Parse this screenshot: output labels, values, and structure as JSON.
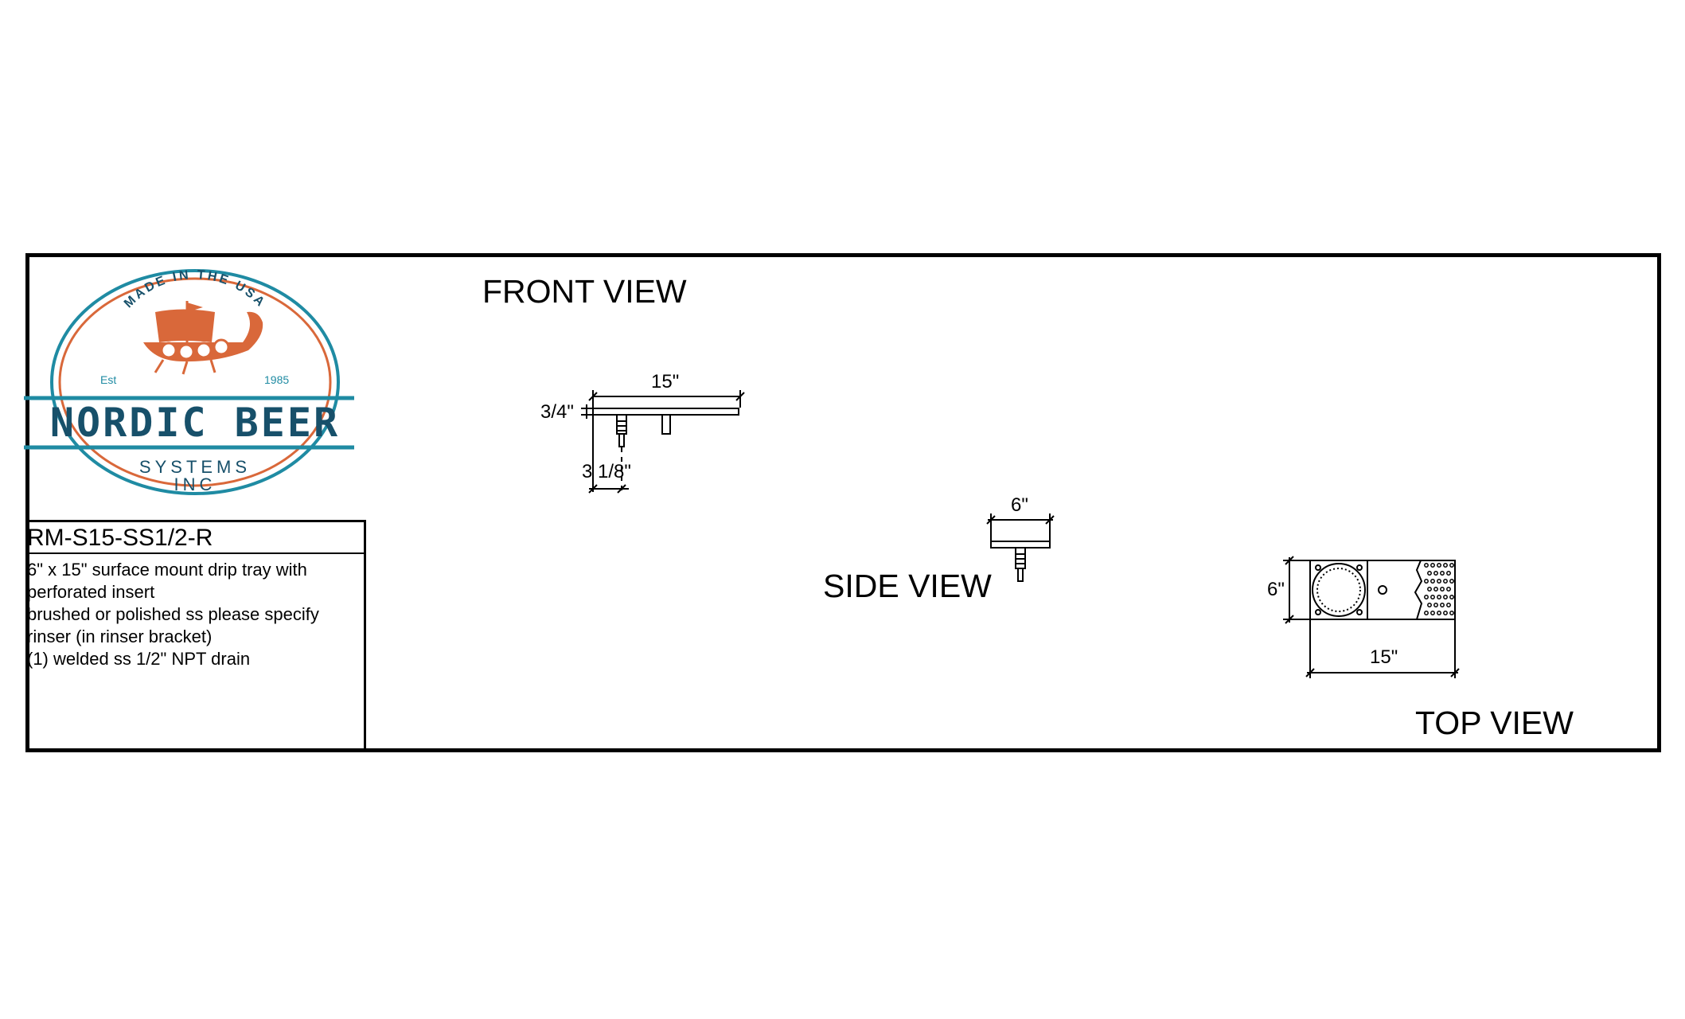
{
  "logo": {
    "top_text": "MADE IN THE USA",
    "est_label": "Est",
    "est_year": "1985",
    "brand_name": "NORDIC BEER",
    "brand_sub1": "SYSTEMS",
    "brand_sub2": "INC",
    "colors": {
      "teal": "#1f8ba3",
      "navy": "#17506a",
      "orange": "#d9683a"
    },
    "icon": "viking-ship-icon"
  },
  "views": {
    "front": {
      "title": "FRONT VIEW",
      "dim_width": "15\"",
      "dim_height": "3/4\"",
      "dim_offset": "3 1/8\""
    },
    "side": {
      "title": "SIDE VIEW",
      "dim_width": "6\""
    },
    "top": {
      "title": "TOP VIEW",
      "dim_height": "6\"",
      "dim_width": "15\""
    }
  },
  "info": {
    "part_number": "RM-S15-SS1/2-R",
    "description_lines": [
      "6\" x 15\" surface mount drip tray with",
      "perforated insert",
      "brushed or polished ss please specify",
      "rinser (in rinser bracket)",
      "(1) welded ss 1/2\" NPT drain"
    ]
  }
}
